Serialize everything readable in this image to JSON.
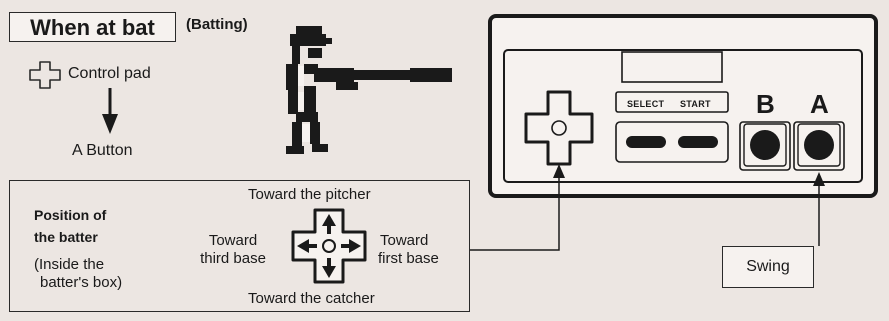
{
  "header": {
    "title": "When at bat",
    "subtitle": "(Batting)"
  },
  "legend": {
    "control_pad_label": "Control pad",
    "a_button_label": "A Button"
  },
  "position": {
    "heading_line1": "Position of",
    "heading_line2": "the batter",
    "note_line1": "(Inside the",
    "note_line2": "batter's box)",
    "toward_pitcher": "Toward the pitcher",
    "toward_catcher": "Toward the catcher",
    "toward_third_line1": "Toward",
    "toward_third_line2": "third base",
    "toward_first_line1": "Toward",
    "toward_first_line2": "first base"
  },
  "controller": {
    "select_label": "SELECT",
    "start_label": "START",
    "b_label": "B",
    "a_label": "A"
  },
  "swing_label": "Swing"
}
